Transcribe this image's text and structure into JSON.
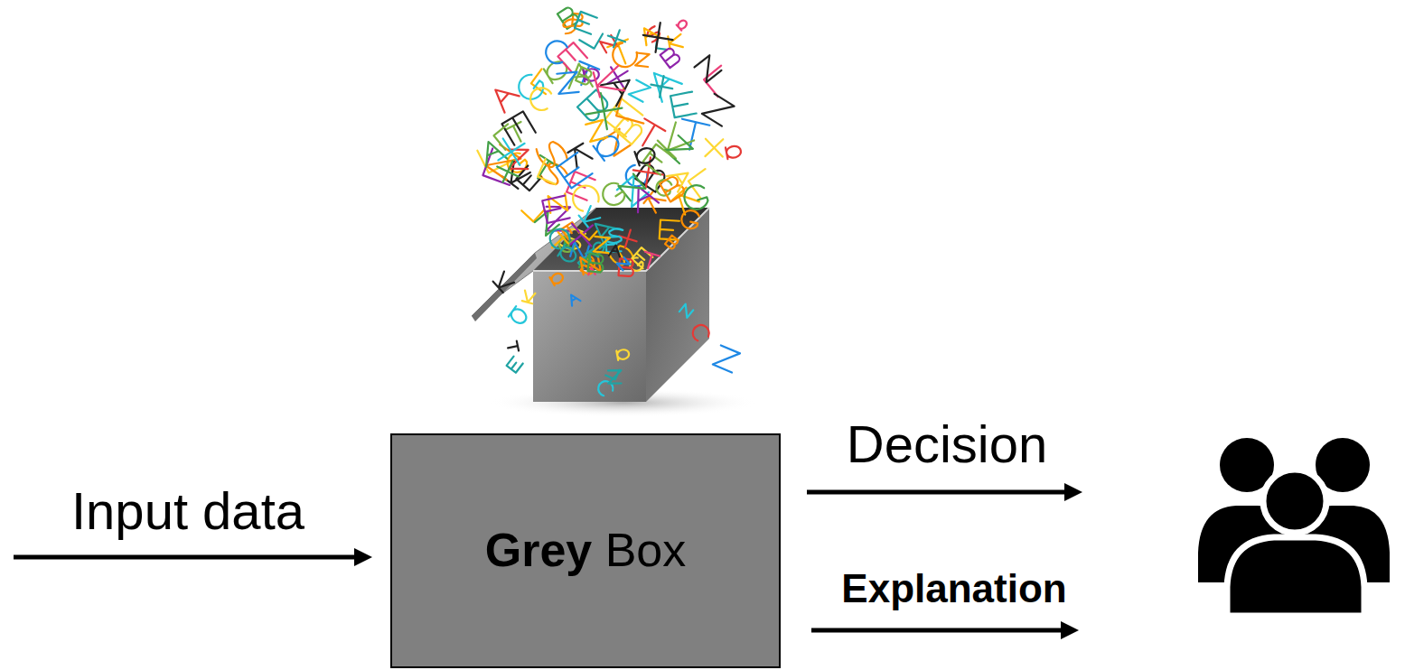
{
  "diagram": {
    "nodes": [
      {
        "text": [
          "Grey Box"
        ]
      }
    ],
    "labels": [
      "Input data",
      "Decision",
      "Explanation"
    ]
  }
}
